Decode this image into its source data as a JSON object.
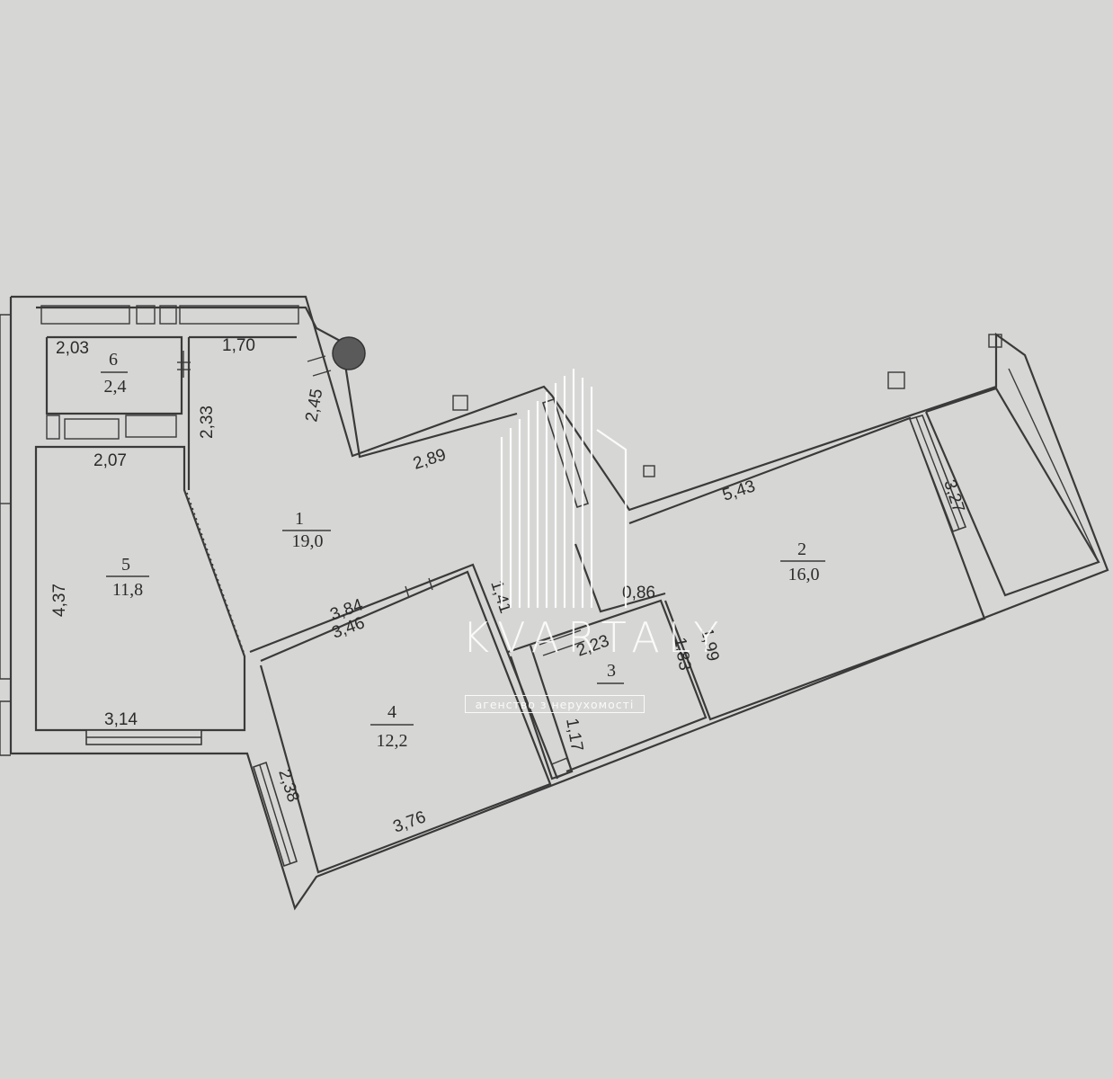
{
  "rooms": [
    {
      "id": "1",
      "area": "19,0"
    },
    {
      "id": "2",
      "area": "16,0"
    },
    {
      "id": "3",
      "area": ""
    },
    {
      "id": "4",
      "area": "12,2"
    },
    {
      "id": "5",
      "area": "11,8"
    },
    {
      "id": "6",
      "area": "2,4"
    }
  ],
  "dimensions": {
    "d_203": "2,03",
    "d_170": "1,70",
    "d_245": "2,45",
    "d_233": "2,33",
    "d_207": "2,07",
    "d_289": "2,89",
    "d_543": "5,43",
    "d_327": "3,27",
    "d_437": "4,37",
    "d_384": "3,84",
    "d_346": "3,46",
    "d_141": "1,41",
    "d_086": "0,86",
    "d_223": "2,23",
    "d_183": "1,83",
    "d_199": "1,99",
    "d_314": "3,14",
    "d_238": "2,38",
    "d_376": "3,76",
    "d_117": "1,17"
  },
  "watermark": {
    "name": "KVARTALY",
    "tagline": "агенство з нерухомості"
  },
  "colors": {
    "paper": "#d6d6d4",
    "ink": "#3a3a3a",
    "watermark": "#ffffff"
  }
}
